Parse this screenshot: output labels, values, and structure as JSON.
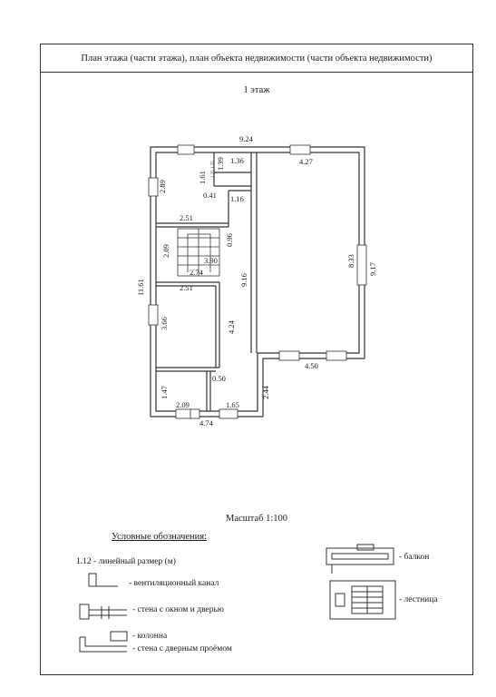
{
  "header": {
    "title": "План этажа (части этажа),  план объекта недвижимости (части объекта недвижимости)"
  },
  "floor": {
    "label": "1 этаж"
  },
  "dimensions": {
    "top_total": "9.24",
    "d136": "1.36",
    "d427": "4.27",
    "d161": "1.61",
    "d139": "1.39",
    "d289": "2.89",
    "d041": "0.41",
    "d116": "1.16",
    "d251a": "2.51",
    "d209a": "2.09",
    "d096": "0.96",
    "d390": "3.90",
    "d274": "2.74",
    "d916": "9.16",
    "d833": "8.33",
    "d917": "9.17",
    "d1161": "11.61",
    "d251b": "2.51",
    "d366": "3.66",
    "d424": "4.24",
    "d450": "4.50",
    "d050": "0.50",
    "d147": "1.47",
    "d244": "2.44",
    "d209b": "2.09",
    "d165": "1.65",
    "d474": "4.74",
    "vent_small": "1.25 1.25"
  },
  "scale": {
    "label": "Масштаб 1:100"
  },
  "legend": {
    "title": "Условные обозначения:",
    "linear": "1.12 - линейный размер (м)",
    "vent": "- вентиляционный канал",
    "wall_window": "- стена с окном и дверью",
    "column": "- колонна",
    "wall_doorway": "- стена с дверным проёмом",
    "balcony": "- балкон",
    "stairs": "- лестница"
  }
}
